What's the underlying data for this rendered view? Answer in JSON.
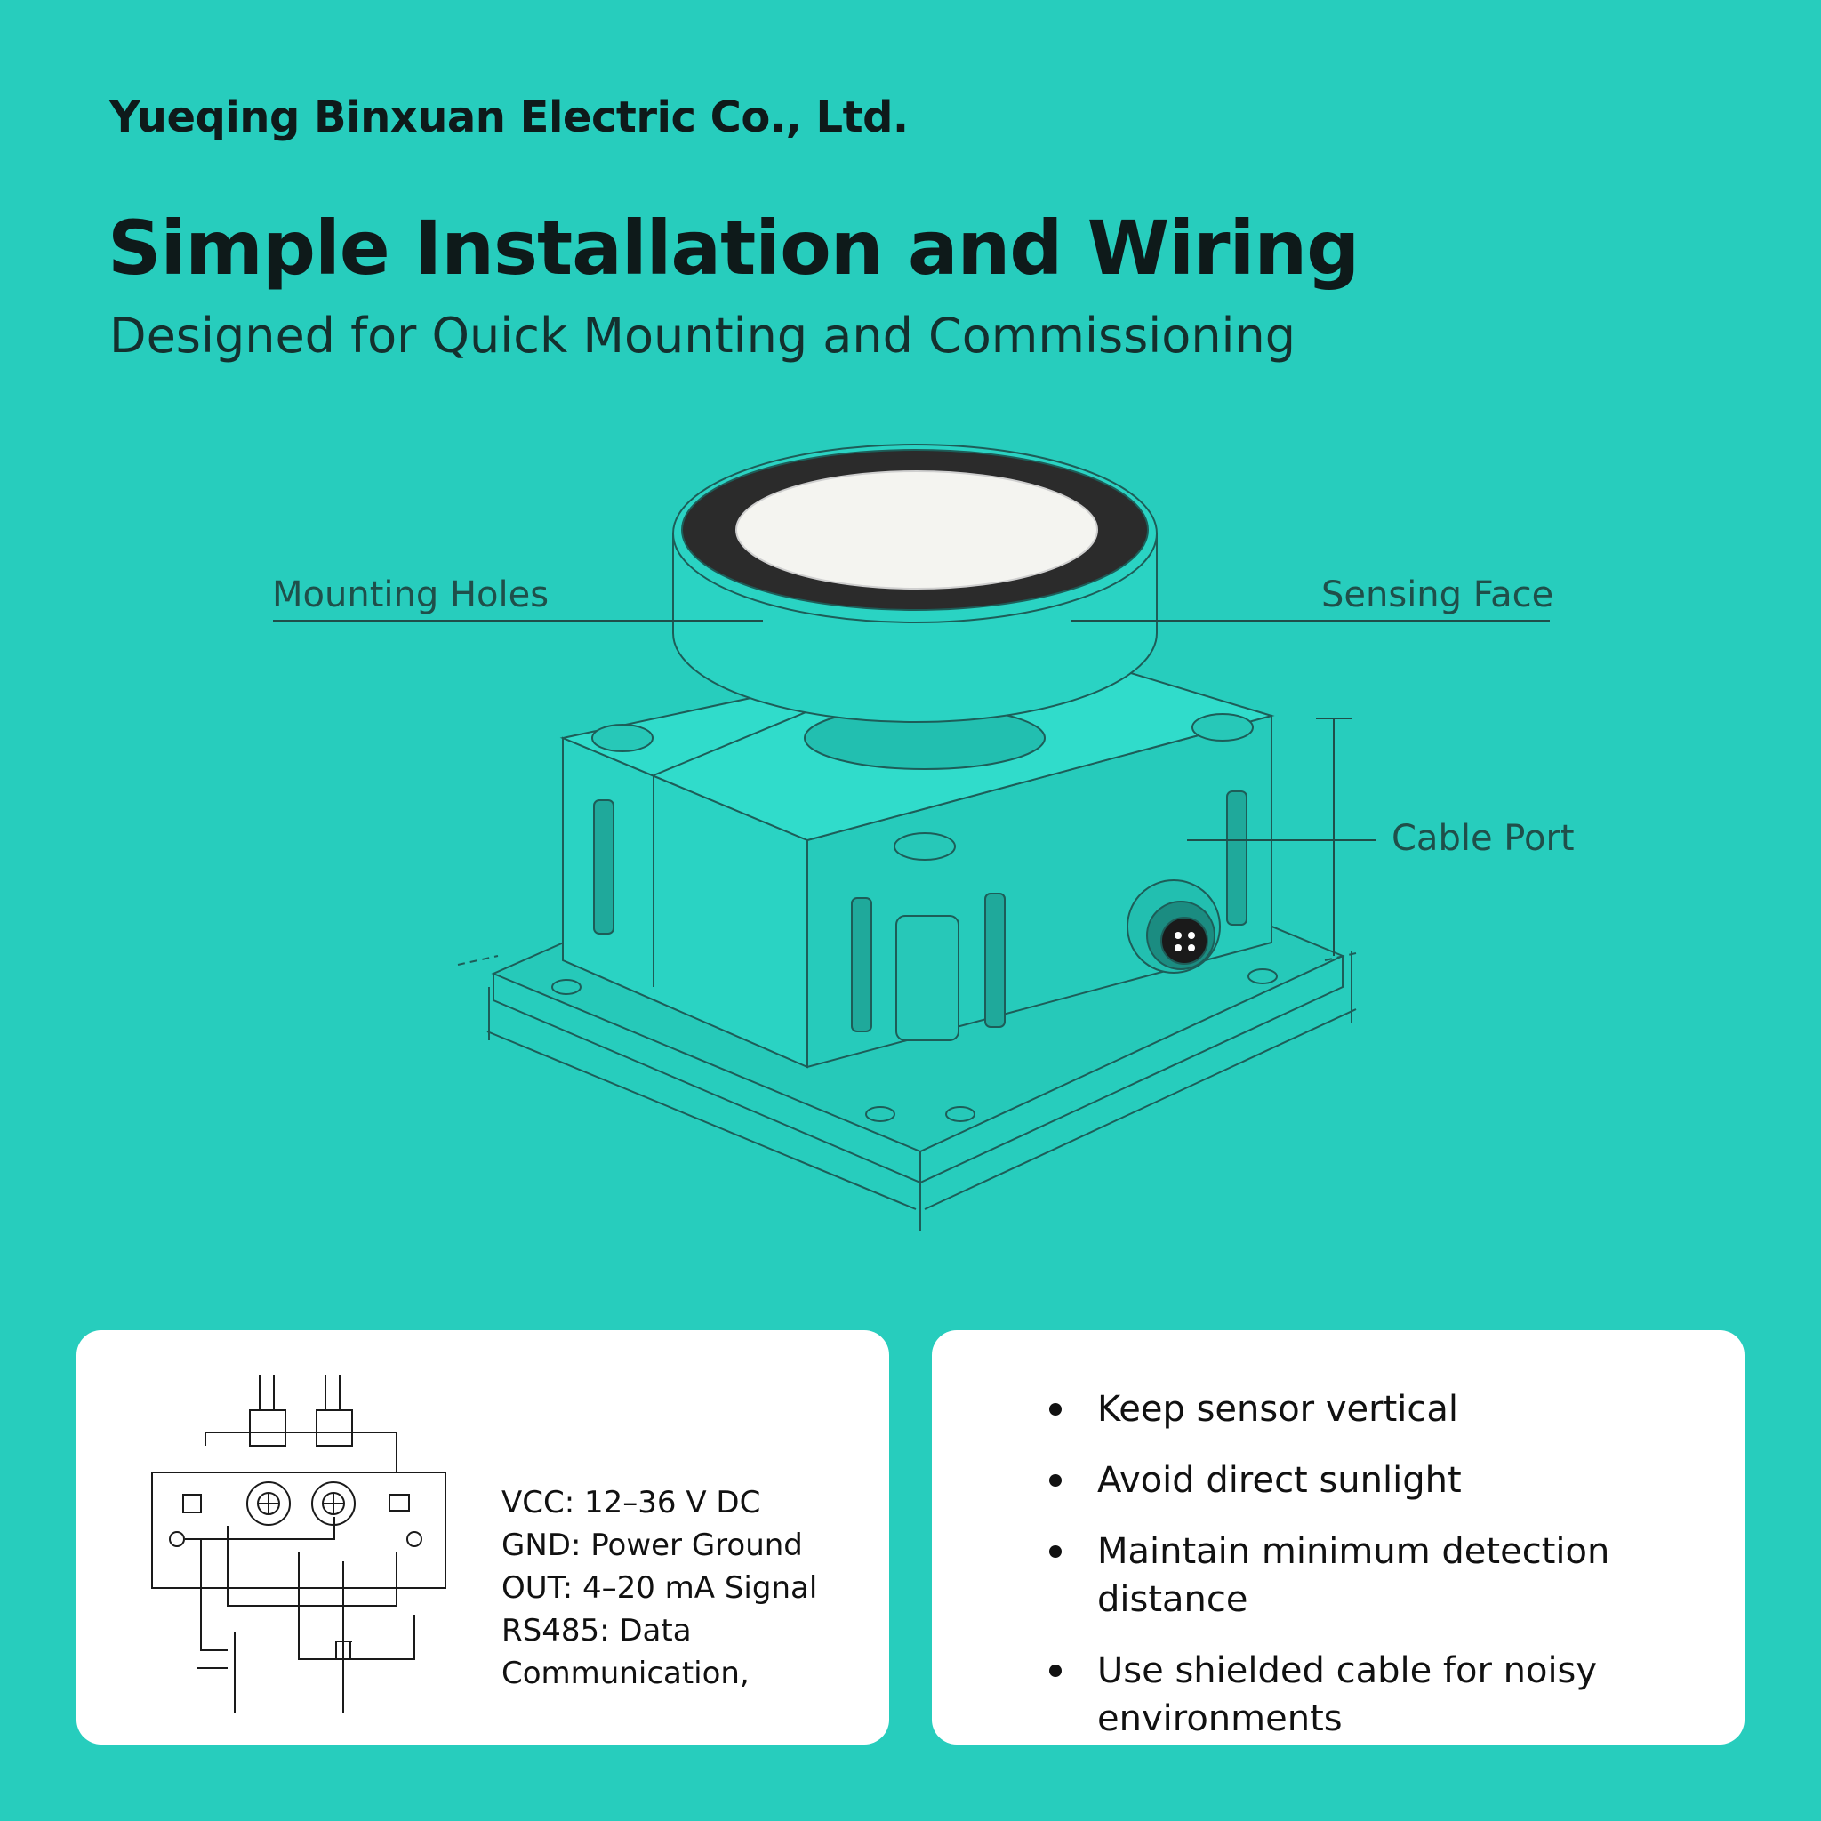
{
  "header": {
    "company": "Yueqing Binxuan Electric Co., Ltd.",
    "headline": "Simple Installation and Wiring",
    "subheadline": "Designed for Quick Mounting and Commissioning"
  },
  "illustration": {
    "callouts": {
      "mounting_holes": "Mounting Holes",
      "sensing_face": "Sensing Face",
      "cable_port": "Cable Port"
    },
    "colors": {
      "body": "#2ad3c3",
      "outline": "#1d5d58",
      "ring": "#2b2b2b",
      "face": "#f4f4f0"
    }
  },
  "wiring": {
    "pins": [
      "VCC: 12–36 V DC",
      "GND: Power Ground",
      "OUT: 4–20 mA Signal",
      "RS485: Data",
      "Communication,"
    ]
  },
  "tips": {
    "items": [
      "Keep sensor vertical",
      "Avoid direct sunlight",
      "Maintain minimum detection distance",
      "Use shielded cable for noisy environments"
    ]
  }
}
